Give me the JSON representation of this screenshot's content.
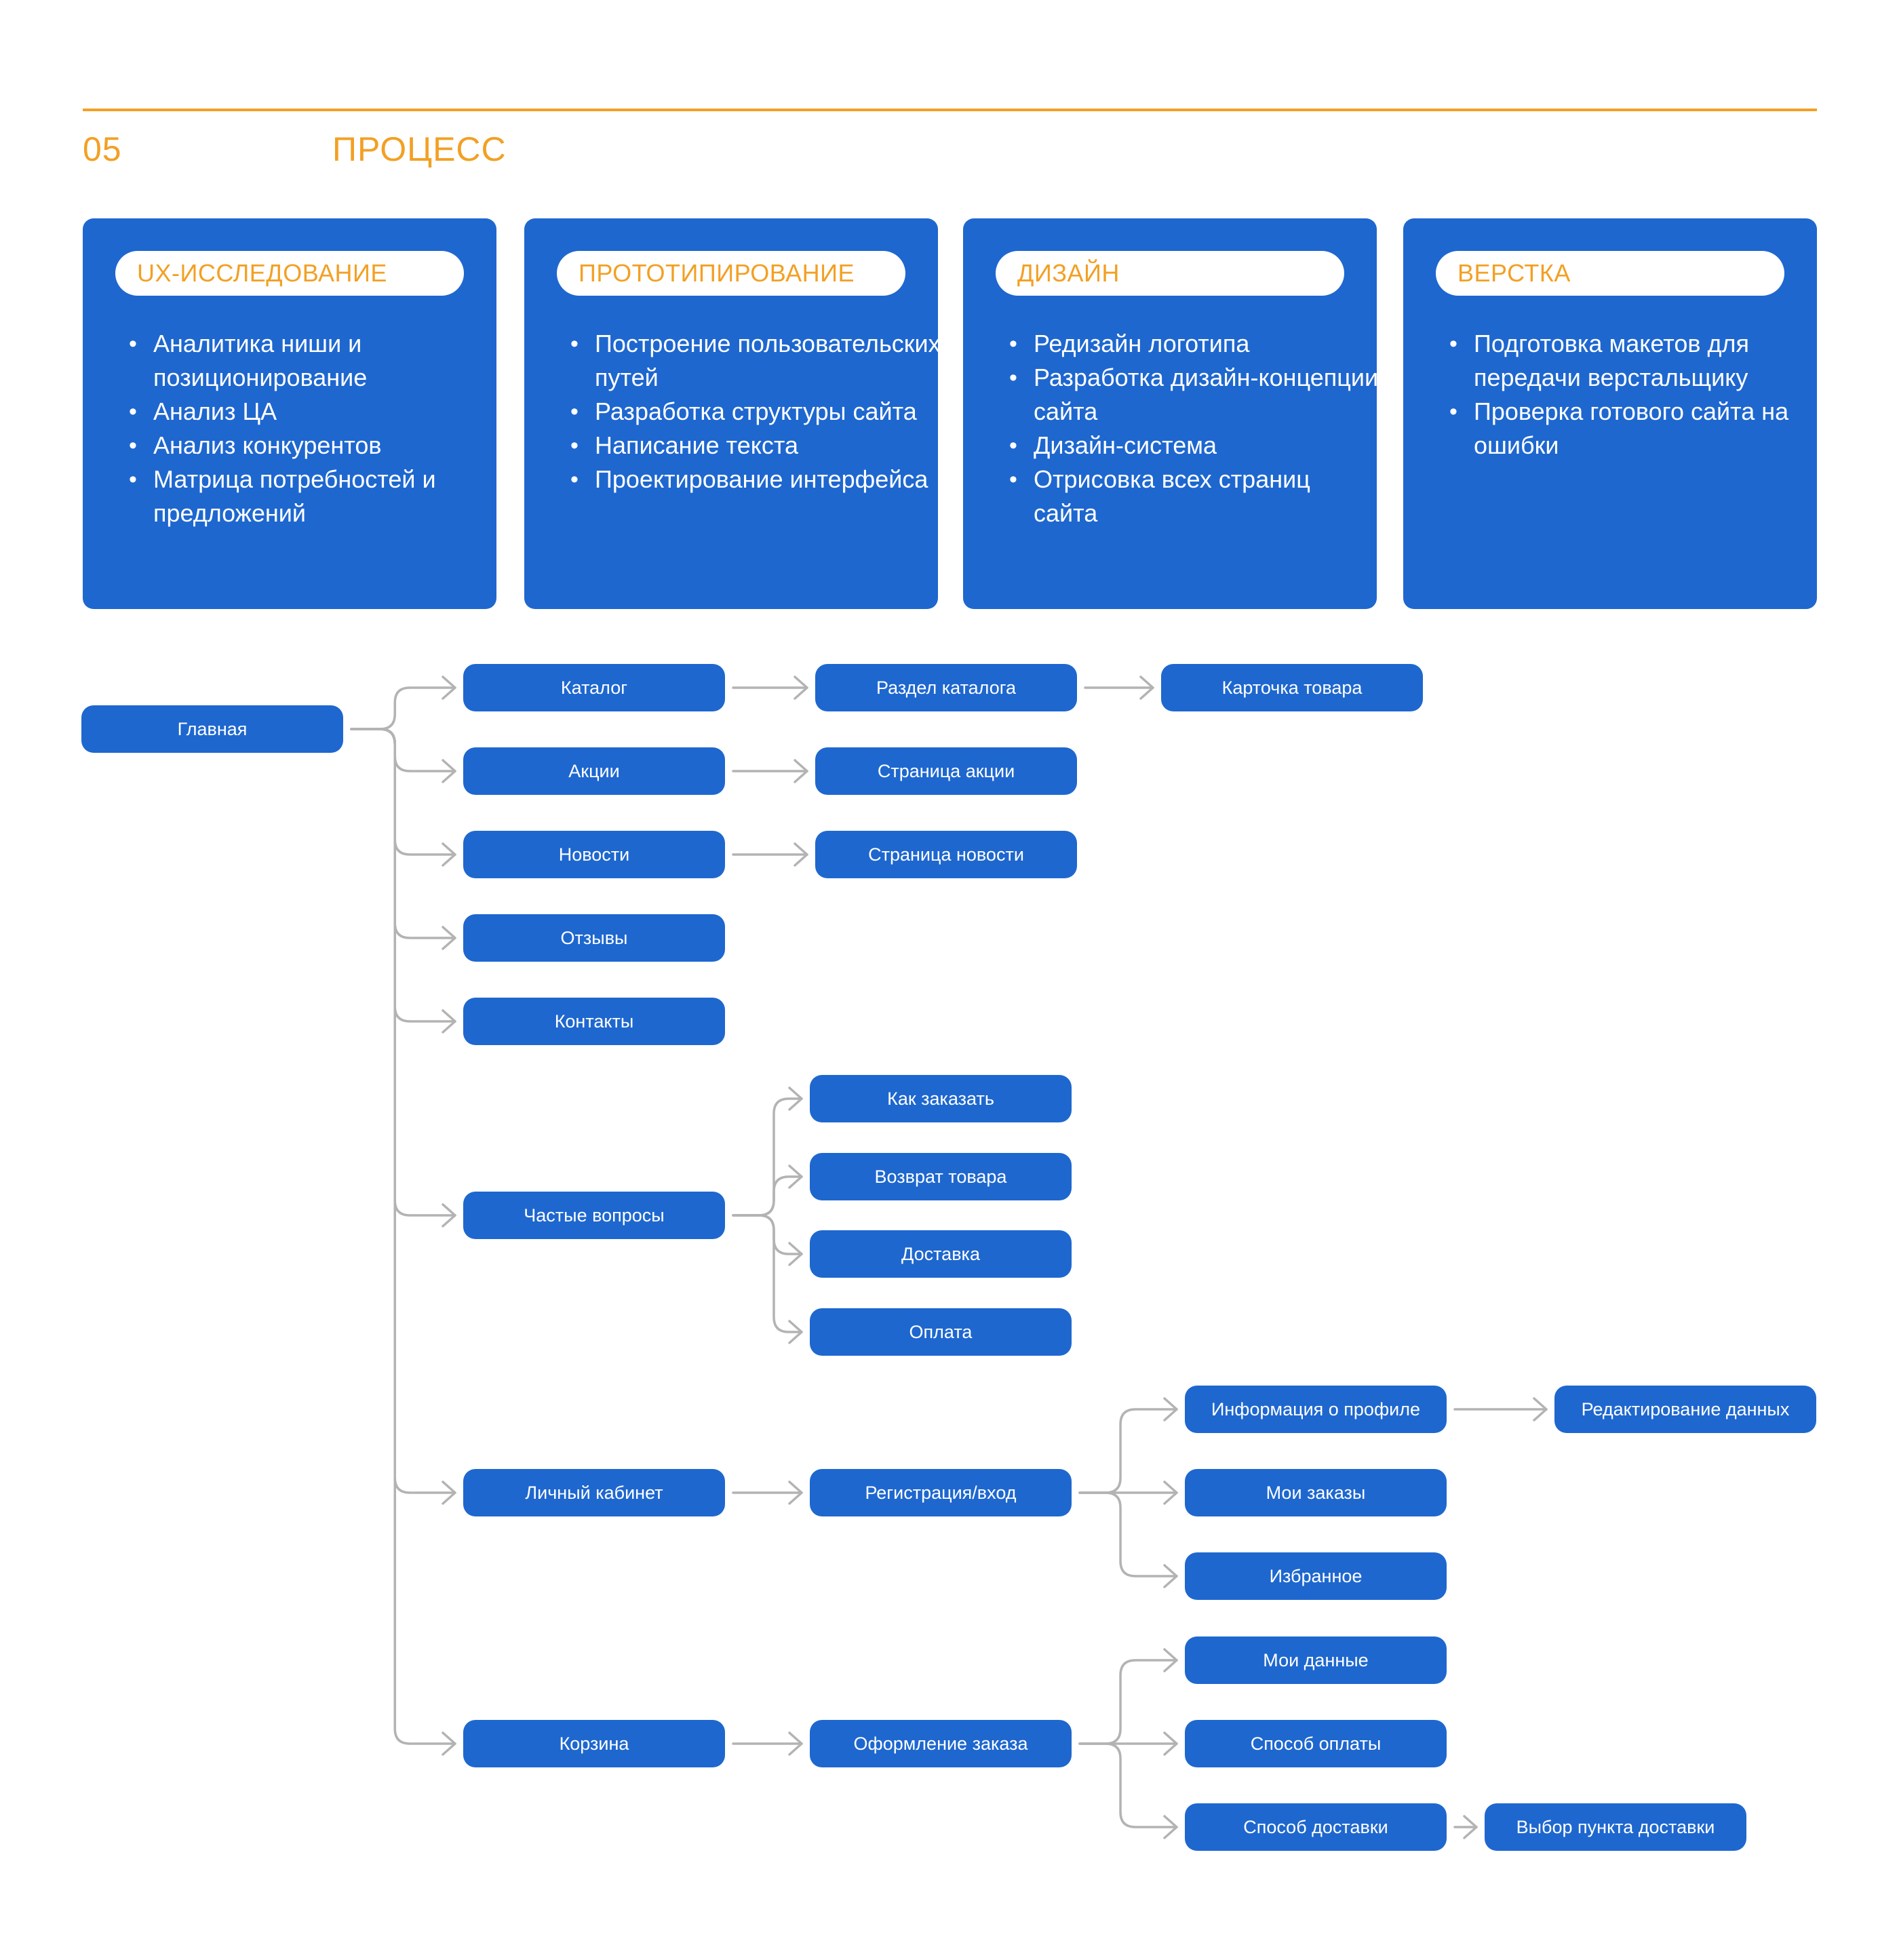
{
  "header": {
    "number": "05",
    "title": "ПРОЦЕСС"
  },
  "colors": {
    "accent": "#f2a024",
    "primary": "#1e67cf",
    "connector": "#b3b3b3"
  },
  "stages": [
    {
      "title": "UX-ИССЛЕДОВАНИЕ",
      "items": [
        "Аналитика ниши и позиционирование",
        "Анализ ЦА",
        "Анализ конкурентов",
        "Матрица потребностей и предложений"
      ]
    },
    {
      "title": "ПРОТОТИПИРОВАНИЕ",
      "items": [
        "Построение пользовательских путей",
        "Разработка структуры сайта",
        "Написание текста",
        "Проектирование интерфейса"
      ]
    },
    {
      "title": "ДИЗАЙН",
      "items": [
        "Редизайн логотипа",
        "Разработка дизайн-концепции сайта",
        "Дизайн-система",
        "Отрисовка всех страниц сайта"
      ]
    },
    {
      "title": "ВЕРСТКА",
      "items": [
        "Подготовка макетов для передачи верстальщику",
        "Проверка готового сайта на ошибки"
      ]
    }
  ],
  "sitemap": {
    "nodes": {
      "home": "Главная",
      "catalog": "Каталог",
      "catalog_section": "Раздел каталога",
      "product_card": "Карточка товара",
      "promos": "Акции",
      "promo_page": "Страница акции",
      "news": "Новости",
      "news_page": "Страница новости",
      "reviews": "Отзывы",
      "contacts": "Контакты",
      "faq": "Частые вопросы",
      "how_to_order": "Как заказать",
      "returns": "Возврат товара",
      "delivery": "Доставка",
      "payment": "Оплата",
      "account": "Личный кабинет",
      "login": "Регистрация/вход",
      "profile_info": "Информация о профиле",
      "edit_data": "Редактирование данных",
      "my_orders": "Мои заказы",
      "favorites": "Избранное",
      "cart": "Корзина",
      "checkout": "Оформление заказа",
      "my_data": "Мои данные",
      "payment_method": "Способ оплаты",
      "delivery_method": "Способ доставки",
      "pickup_point": "Выбор пункта доставки"
    },
    "edges": [
      [
        "home",
        "catalog"
      ],
      [
        "home",
        "promos"
      ],
      [
        "home",
        "news"
      ],
      [
        "home",
        "reviews"
      ],
      [
        "home",
        "contacts"
      ],
      [
        "home",
        "faq"
      ],
      [
        "home",
        "account"
      ],
      [
        "home",
        "cart"
      ],
      [
        "catalog",
        "catalog_section"
      ],
      [
        "catalog_section",
        "product_card"
      ],
      [
        "promos",
        "promo_page"
      ],
      [
        "news",
        "news_page"
      ],
      [
        "faq",
        "how_to_order"
      ],
      [
        "faq",
        "returns"
      ],
      [
        "faq",
        "delivery"
      ],
      [
        "faq",
        "payment"
      ],
      [
        "account",
        "login"
      ],
      [
        "login",
        "profile_info"
      ],
      [
        "login",
        "my_orders"
      ],
      [
        "login",
        "favorites"
      ],
      [
        "profile_info",
        "edit_data"
      ],
      [
        "cart",
        "checkout"
      ],
      [
        "checkout",
        "my_data"
      ],
      [
        "checkout",
        "payment_method"
      ],
      [
        "checkout",
        "delivery_method"
      ],
      [
        "delivery_method",
        "pickup_point"
      ]
    ]
  }
}
